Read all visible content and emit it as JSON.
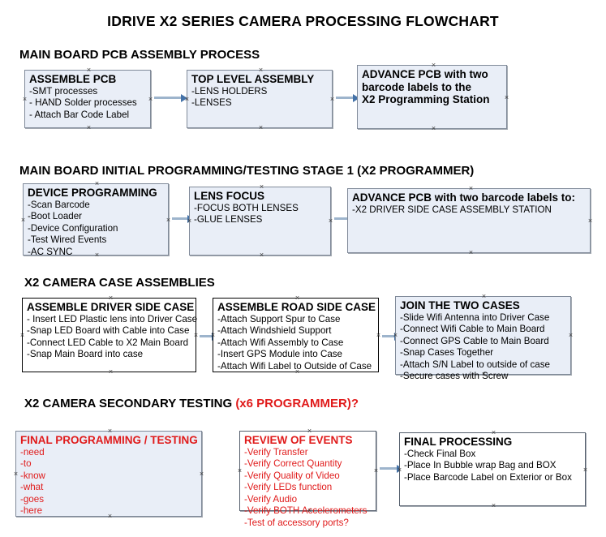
{
  "title": "IDRIVE X2  SERIES CAMERA PROCESSING FLOWCHART",
  "colors": {
    "node_fill": "#e9eef7",
    "node_border": "#808a99",
    "accent_red": "#e01b1b",
    "connector": "#9db4cc",
    "arrowhead": "#4472a8",
    "text": "#000000"
  },
  "sections": [
    {
      "id": "pcb-assembly",
      "heading": "MAIN BOARD PCB ASSEMBLY PROCESS",
      "heading_red": "",
      "nodes": [
        {
          "id": "assemble-pcb",
          "title": "ASSEMBLE PCB",
          "lines": [
            "-SMT processes",
            "- HAND Solder processes",
            "- Attach Bar Code Label"
          ]
        },
        {
          "id": "top-level-assembly",
          "title": "TOP LEVEL ASSEMBLY",
          "lines": [
            "-LENS HOLDERS",
            "-LENSES"
          ]
        },
        {
          "id": "advance-pcb-station",
          "title": "ADVANCE PCB with two",
          "title_lines": [
            "ADVANCE PCB with two",
            "barcode labels to the",
            " X2 Programming Station"
          ],
          "lines": []
        }
      ]
    },
    {
      "id": "initial-programming",
      "heading": "MAIN BOARD INITIAL PROGRAMMING/TESTING STAGE 1 (X2 PROGRAMMER)",
      "heading_red": "",
      "nodes": [
        {
          "id": "device-programming",
          "title": "DEVICE PROGRAMMING",
          "lines": [
            "-Scan Barcode",
            "-Boot Loader",
            "-Device Configuration",
            "-Test Wired Events",
            "-AC SYNC"
          ]
        },
        {
          "id": "lens-focus",
          "title": "LENS FOCUS",
          "lines": [
            "-FOCUS BOTH LENSES",
            "-GLUE LENSES"
          ]
        },
        {
          "id": "advance-pcb-driver-side",
          "title": "ADVANCE PCB with two barcode labels to:",
          "lines": [
            "-X2 DRIVER  SIDE  CASE  ASSEMBLY STATION"
          ]
        }
      ]
    },
    {
      "id": "case-assemblies",
      "heading": "X2 CAMERA CASE ASSEMBLIES",
      "heading_red": "",
      "nodes": [
        {
          "id": "assemble-driver-side-case",
          "title": "ASSEMBLE DRIVER SIDE CASE",
          "lines": [
            "- Insert LED Plastic lens into Driver Case",
            "-Snap LED Board with Cable into Case",
            "-Connect LED Cable to X2 Main Board",
            "-Snap Main Board into case"
          ]
        },
        {
          "id": "assemble-road-side-case",
          "title": "ASSEMBLE ROAD SIDE CASE",
          "lines": [
            "-Attach Support Spur to Case",
            "-Attach Windshield Support",
            "-Attach Wifi Assembly to Case",
            "-Insert GPS Module into Case",
            "-Attach Wifi Label to Outside of Case"
          ]
        },
        {
          "id": "join-the-two-cases",
          "title": "JOIN THE TWO CASES",
          "lines": [
            "-Slide Wifi Antenna into Driver Case",
            "-Connect Wifi Cable to Main Board",
            "-Connect GPS Cable to Main Board",
            "-Snap Cases Together",
            "-Attach S/N Label to outside of case",
            "-Secure cases with Screw"
          ]
        }
      ]
    },
    {
      "id": "secondary-testing",
      "heading": "X2 CAMERA SECONDARY TESTING ",
      "heading_red": "(x6 PROGRAMMER)?",
      "nodes": [
        {
          "id": "final-programming-testing",
          "title": "FINAL PROGRAMMING / TESTING",
          "lines": [
            "-need",
            "-to",
            "-know",
            "-what",
            "-goes",
            "-here"
          ]
        },
        {
          "id": "review-of-events",
          "title": "REVIEW OF EVENTS",
          "lines": [
            "-Verify Transfer",
            "-Verify Correct Quantity",
            "-Verify Quality of Video",
            "-Verify LEDs function",
            "-Verify Audio",
            "-Verify BOTH Accelerometers"
          ],
          "overflow_line": "-Test of accessory ports?"
        },
        {
          "id": "final-processing",
          "title": "FINAL PROCESSING",
          "lines": [
            " -Check Final Box",
            "-Place In Bubble wrap Bag and BOX",
            "-Place Barcode Label on Exterior or Box"
          ]
        }
      ]
    }
  ]
}
